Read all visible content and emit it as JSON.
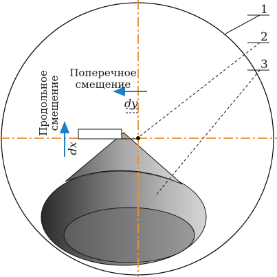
{
  "diagram": {
    "callouts": [
      "1",
      "2",
      "3"
    ],
    "labels": {
      "lateral_line1": "Поперечное",
      "lateral_line2": "смещение",
      "lateral_var": "dy",
      "longitudinal_line1": "Продольное",
      "longitudinal_line2": "смещение",
      "longitudinal_var": "dx"
    },
    "colors": {
      "axis": "#e8922e",
      "arrow": "#1f7fc1",
      "outline": "#111111"
    }
  }
}
